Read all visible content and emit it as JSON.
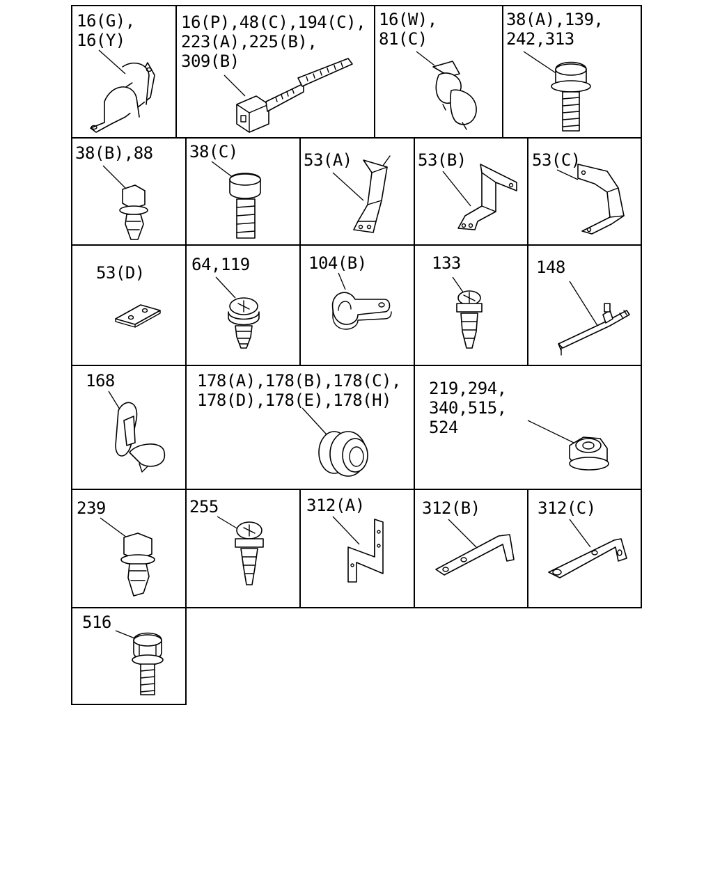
{
  "cells": [
    {
      "id": "c1",
      "lines": [
        "16(G),",
        "16(Y)"
      ]
    },
    {
      "id": "c2",
      "lines": [
        "16(P),48(C),194(C),",
        "223(A),225(B),",
        "309(B)"
      ]
    },
    {
      "id": "c3",
      "lines": [
        "16(W),",
        "81(C)"
      ]
    },
    {
      "id": "c4",
      "lines": [
        "38(A),139,",
        "242,313"
      ]
    },
    {
      "id": "c5",
      "lines": [
        "38(B),88"
      ]
    },
    {
      "id": "c6",
      "lines": [
        "38(C)"
      ]
    },
    {
      "id": "c7",
      "lines": [
        "53(A)"
      ]
    },
    {
      "id": "c8",
      "lines": [
        "53(B)"
      ]
    },
    {
      "id": "c9",
      "lines": [
        "53(C)"
      ]
    },
    {
      "id": "c10",
      "lines": [
        "53(D)"
      ]
    },
    {
      "id": "c11",
      "lines": [
        "64,119"
      ]
    },
    {
      "id": "c12",
      "lines": [
        "104(B)"
      ]
    },
    {
      "id": "c13",
      "lines": [
        "133"
      ]
    },
    {
      "id": "c14",
      "lines": [
        "148"
      ]
    },
    {
      "id": "c15",
      "lines": [
        "168"
      ]
    },
    {
      "id": "c16",
      "lines": [
        "178(A),178(B),178(C),",
        "178(D),178(E),178(H)"
      ]
    },
    {
      "id": "c17",
      "lines": [
        "219,294,",
        "340,515,",
        "524"
      ]
    },
    {
      "id": "c18",
      "lines": [
        "239"
      ]
    },
    {
      "id": "c19",
      "lines": [
        "255"
      ]
    },
    {
      "id": "c20",
      "lines": [
        "312(A)"
      ]
    },
    {
      "id": "c21",
      "lines": [
        "312(B)"
      ]
    },
    {
      "id": "c22",
      "lines": [
        "312(C)"
      ]
    },
    {
      "id": "c23",
      "lines": [
        "516"
      ]
    }
  ]
}
